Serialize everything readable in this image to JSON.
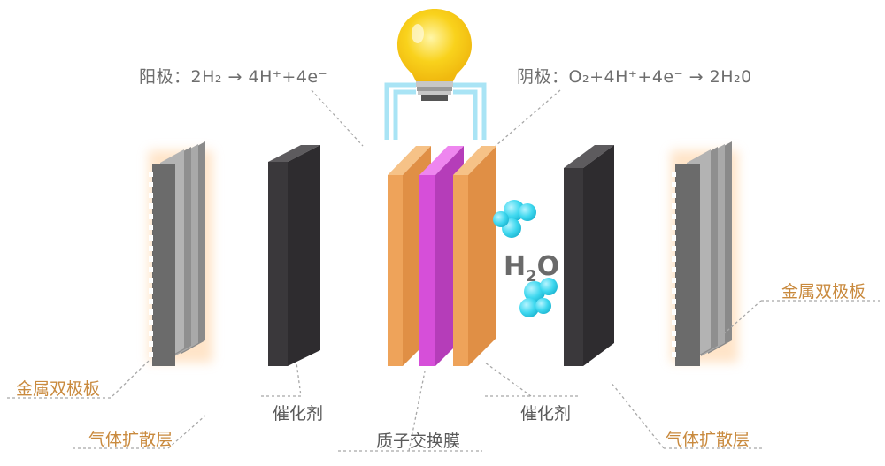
{
  "equations": {
    "anode": "阳极：2H₂ → 4H⁺+4e⁻",
    "cathode": "阴极：O₂+4H⁺+4e⁻ → 2H₂0"
  },
  "water_label": {
    "h": "H",
    "sub": "2",
    "o": "O"
  },
  "labels": {
    "bipolar_plate_left": "金属双极板",
    "bipolar_plate_right": "金属双极板",
    "gas_diffusion_left": "气体扩散层",
    "gas_diffusion_right": "气体扩散层",
    "catalyst_left": "催化剂",
    "catalyst_right": "催化剂",
    "membrane": "质子交换膜"
  },
  "colors": {
    "text_gray": "#6e6e6e",
    "label_gold": "#c98a3e",
    "catalyst_dark": "#3a383b",
    "diffusion_orange": "#eea35a",
    "membrane_magenta": "#d64fd9",
    "water_cyan": "#3fd8ef",
    "wire_blue": "#a9e4f5",
    "bulb_yellow": "#f9d21c",
    "plate_gray": "#6b6b6b"
  },
  "icons": [
    "light-bulb-icon",
    "water-molecule-icon"
  ]
}
